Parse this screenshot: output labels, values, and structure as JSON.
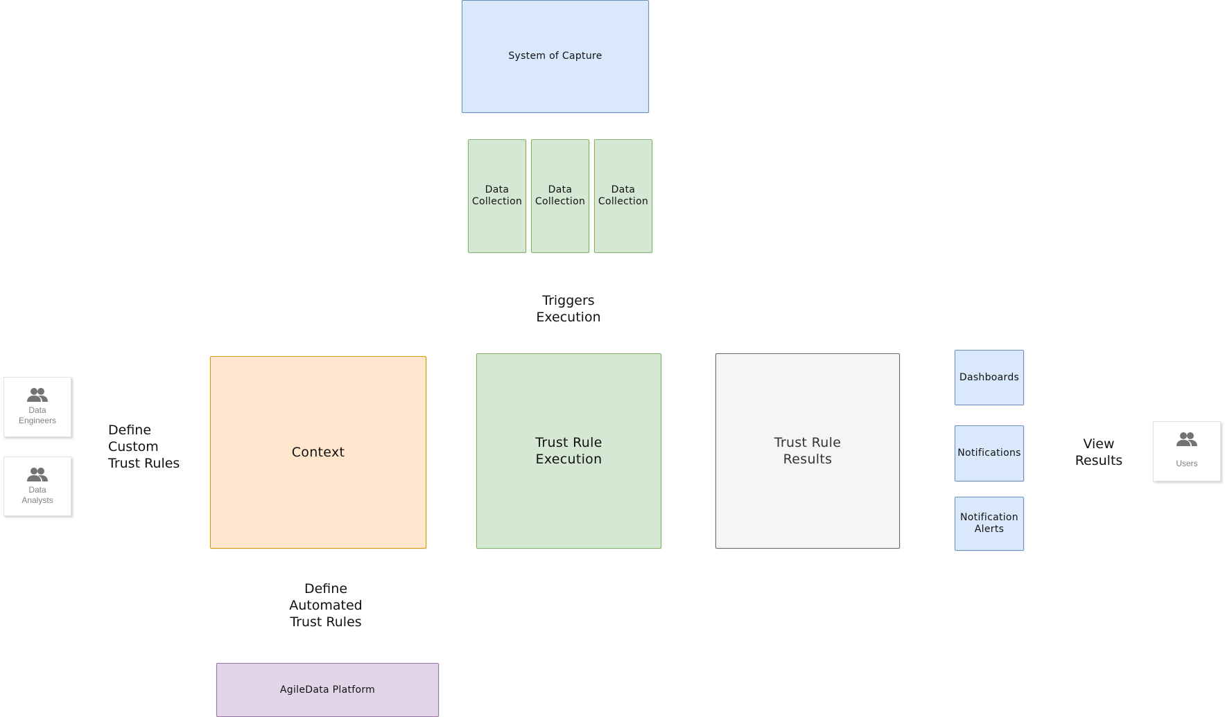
{
  "nodes": {
    "system_of_capture": "System of Capture",
    "data_collections": [
      "Data\nCollection",
      "Data\nCollection",
      "Data\nCollection"
    ],
    "context": "Context",
    "trust_rule_execution": "Trust Rule\nExecution",
    "trust_rule_results": "Trust Rule\nResults",
    "dashboards": "Dashboards",
    "notifications": "Notifications",
    "notification_alerts": "Notification\nAlerts",
    "agiledata_platform": "AgileData Platform"
  },
  "labels": {
    "triggers_execution": "Triggers\nExecution",
    "define_custom": "Define\nCustom\nTrust Rules",
    "define_automated": "Define\nAutomated\nTrust Rules",
    "view_results": "View\nResults"
  },
  "actors": {
    "data_engineers": "Data\nEngineers",
    "data_analysts": "Data\nAnalysts",
    "users": "Users",
    "icon": "people-icon"
  },
  "colors": {
    "blue_fill": "#dae8fc",
    "blue_stroke": "#6c8ebf",
    "green_fill": "#d5e8d4",
    "green_stroke": "#82b366",
    "orange_fill": "#ffe6cc",
    "orange_stroke": "#d79b00",
    "gray_fill": "#f5f5f5",
    "gray_stroke": "#666666",
    "purple_fill": "#e1d5e7",
    "purple_stroke": "#9673a6"
  }
}
